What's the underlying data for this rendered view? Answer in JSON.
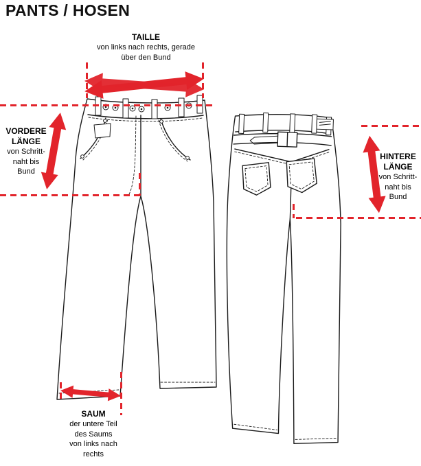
{
  "title": "PANTS / HOSEN",
  "colors": {
    "accent": "#e2242b",
    "ink": "#1a1a1a"
  },
  "annotations": {
    "taille": {
      "heading": "TAILLE",
      "lines": [
        "von links nach rechts, gerade",
        "über den Bund"
      ]
    },
    "vordere_laenge": {
      "heading_lines": [
        "VORDERE",
        "LÄNGE"
      ],
      "lines": [
        "von Schritt-",
        "naht bis",
        "Bund"
      ]
    },
    "hintere_laenge": {
      "heading_lines": [
        "HINTERE",
        "LÄNGE"
      ],
      "lines": [
        "von Schritt-",
        "naht bis",
        "Bund"
      ]
    },
    "saum": {
      "heading": "SAUM",
      "lines": [
        "der untere Teil",
        "des Saums",
        "von links nach",
        "rechts"
      ]
    }
  },
  "figures": {
    "front_view": "jeans-front-technical-drawing",
    "back_view": "jeans-back-technical-drawing"
  }
}
